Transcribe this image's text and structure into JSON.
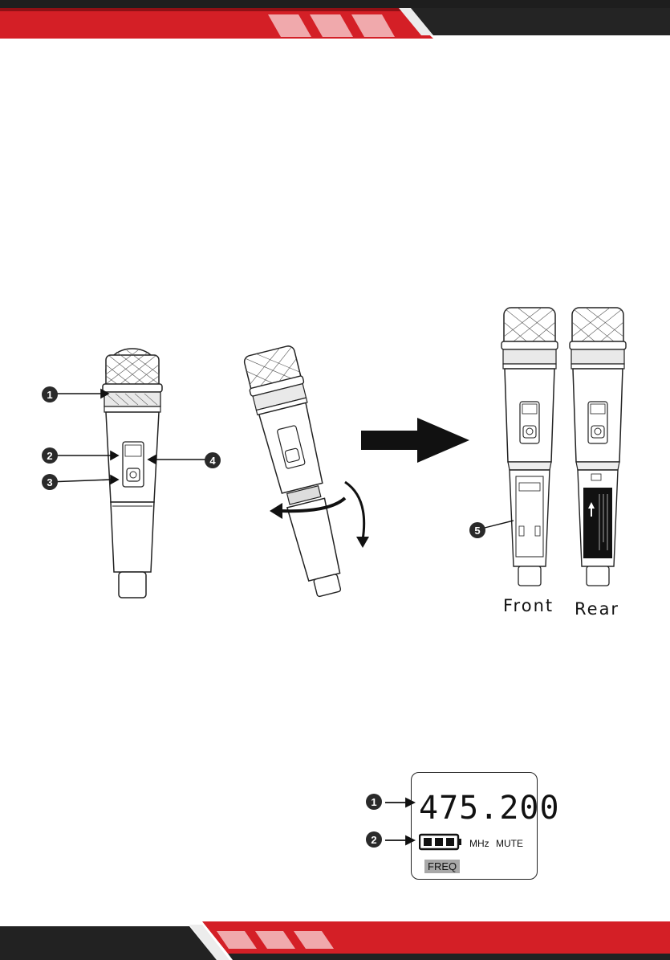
{
  "header": {
    "accent": "#d41f26",
    "dark": "#202020"
  },
  "footer": {
    "accent": "#d41f26",
    "dark": "#202020"
  },
  "figure_mic": {
    "callouts": [
      "1",
      "2",
      "3",
      "4",
      "5"
    ],
    "labels": {
      "front": "Front",
      "rear": "Rear"
    }
  },
  "lcd": {
    "frequency": "475.200",
    "unit": "MHz",
    "mute": "MUTE",
    "freq_tag": "FREQ",
    "callouts": [
      "1",
      "2"
    ],
    "battery_bars": 3
  }
}
